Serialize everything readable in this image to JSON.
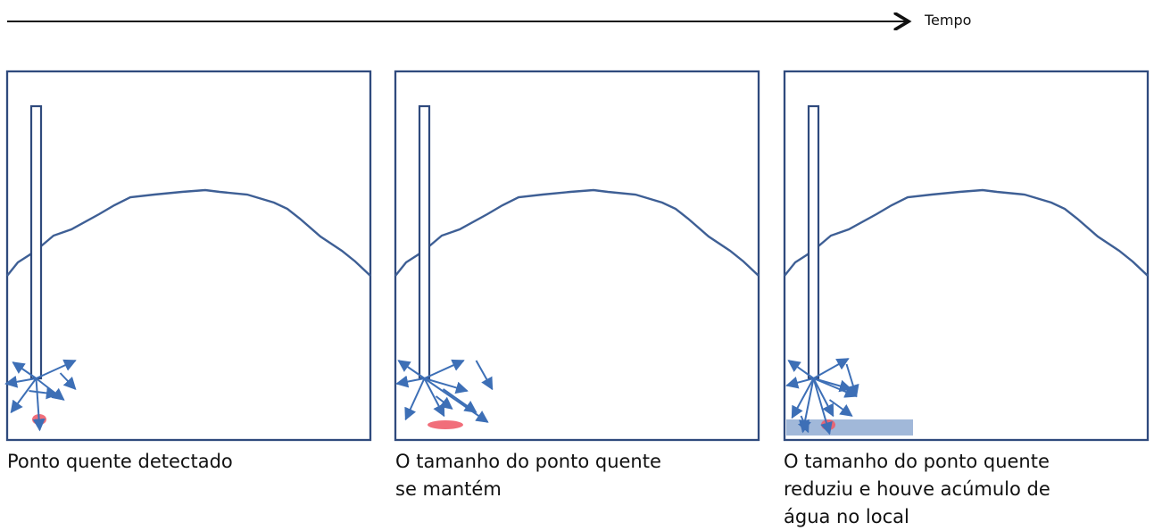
{
  "timeline": {
    "label": "Tempo"
  },
  "panels": [
    {
      "caption_lines": [
        "Ponto quente detectado"
      ],
      "hot_spot": "small",
      "water_accumulation": false,
      "ray_count": 8
    },
    {
      "caption_lines": [
        "O tamanho do ponto quente",
        "se mantém"
      ],
      "hot_spot": "wide",
      "water_accumulation": false,
      "ray_count": 8
    },
    {
      "caption_lines": [
        "O tamanho do ponto quente",
        "reduziu e houve acúmulo de",
        "água no local"
      ],
      "hot_spot": "small",
      "water_accumulation": true,
      "ray_count": 9
    }
  ],
  "colors": {
    "frame": "#2f4a7d",
    "probe": "#2f4a7d",
    "surface": "#3e5f95",
    "rays": "#3d6fb6",
    "hot_spot": "#ef5a68",
    "water": "#7d9dcb",
    "timeline": "#111111"
  }
}
